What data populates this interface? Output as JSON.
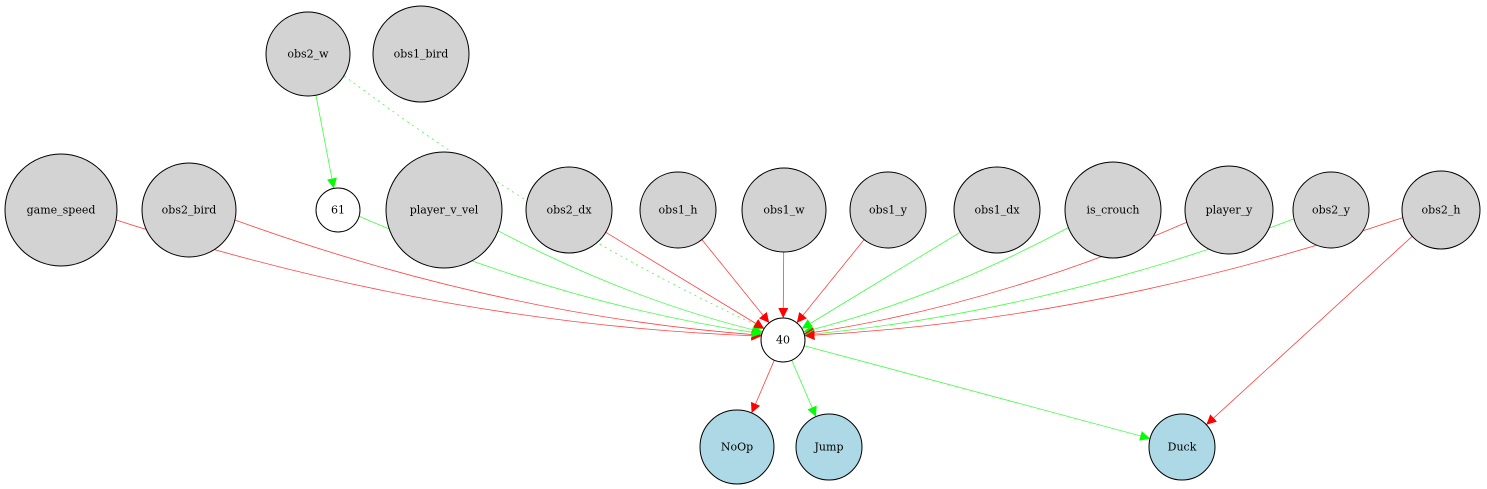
{
  "colors": {
    "input_fill": "#d3d3d3",
    "output_fill": "#add8e6",
    "hidden_fill": "#ffffff",
    "stroke": "#000000",
    "excitatory": "#00ff00",
    "inhibitory": "#ff0000"
  },
  "nodes": [
    {
      "id": "obs2_w",
      "label": "obs2_w",
      "kind": "input"
    },
    {
      "id": "obs1_bird",
      "label": "obs1_bird",
      "kind": "input"
    },
    {
      "id": "game_speed",
      "label": "game_speed",
      "kind": "input"
    },
    {
      "id": "obs2_bird",
      "label": "obs2_bird",
      "kind": "input"
    },
    {
      "id": "n61",
      "label": "61",
      "kind": "hidden"
    },
    {
      "id": "player_v_vel",
      "label": "player_v_vel",
      "kind": "input"
    },
    {
      "id": "obs2_dx",
      "label": "obs2_dx",
      "kind": "input"
    },
    {
      "id": "obs1_h",
      "label": "obs1_h",
      "kind": "input"
    },
    {
      "id": "obs1_w",
      "label": "obs1_w",
      "kind": "input"
    },
    {
      "id": "obs1_y",
      "label": "obs1_y",
      "kind": "input"
    },
    {
      "id": "obs1_dx",
      "label": "obs1_dx",
      "kind": "input"
    },
    {
      "id": "is_crouch",
      "label": "is_crouch",
      "kind": "input"
    },
    {
      "id": "player_y",
      "label": "player_y",
      "kind": "input"
    },
    {
      "id": "obs2_y",
      "label": "obs2_y",
      "kind": "input"
    },
    {
      "id": "obs2_h",
      "label": "obs2_h",
      "kind": "input"
    },
    {
      "id": "n40",
      "label": "40",
      "kind": "hidden"
    },
    {
      "id": "NoOp",
      "label": "NoOp",
      "kind": "output"
    },
    {
      "id": "Jump",
      "label": "Jump",
      "kind": "output"
    },
    {
      "id": "Duck",
      "label": "Duck",
      "kind": "output"
    }
  ],
  "edges": [
    {
      "from": "obs2_w",
      "to": "n61",
      "sign": "positive",
      "style": "solid"
    },
    {
      "from": "obs2_w",
      "to": "n40",
      "sign": "positive",
      "style": "dotted"
    },
    {
      "from": "game_speed",
      "to": "n40",
      "sign": "negative",
      "style": "solid"
    },
    {
      "from": "obs2_bird",
      "to": "n40",
      "sign": "negative",
      "style": "solid"
    },
    {
      "from": "n61",
      "to": "n40",
      "sign": "positive",
      "style": "solid"
    },
    {
      "from": "player_v_vel",
      "to": "n40",
      "sign": "positive",
      "style": "solid"
    },
    {
      "from": "obs2_dx",
      "to": "n40",
      "sign": "negative",
      "style": "solid"
    },
    {
      "from": "obs1_h",
      "to": "n40",
      "sign": "negative",
      "style": "solid"
    },
    {
      "from": "obs1_w",
      "to": "n40",
      "sign": "negative",
      "style": "solid"
    },
    {
      "from": "obs1_y",
      "to": "n40",
      "sign": "negative",
      "style": "solid"
    },
    {
      "from": "obs1_dx",
      "to": "n40",
      "sign": "positive",
      "style": "solid"
    },
    {
      "from": "is_crouch",
      "to": "n40",
      "sign": "positive",
      "style": "solid"
    },
    {
      "from": "player_y",
      "to": "n40",
      "sign": "negative",
      "style": "solid"
    },
    {
      "from": "obs2_y",
      "to": "n40",
      "sign": "positive",
      "style": "solid"
    },
    {
      "from": "obs2_h",
      "to": "n40",
      "sign": "negative",
      "style": "solid"
    },
    {
      "from": "obs2_h",
      "to": "Duck",
      "sign": "negative",
      "style": "solid"
    },
    {
      "from": "n40",
      "to": "NoOp",
      "sign": "negative",
      "style": "solid"
    },
    {
      "from": "n40",
      "to": "Jump",
      "sign": "positive",
      "style": "solid"
    },
    {
      "from": "n40",
      "to": "Duck",
      "sign": "positive",
      "style": "solid"
    }
  ]
}
